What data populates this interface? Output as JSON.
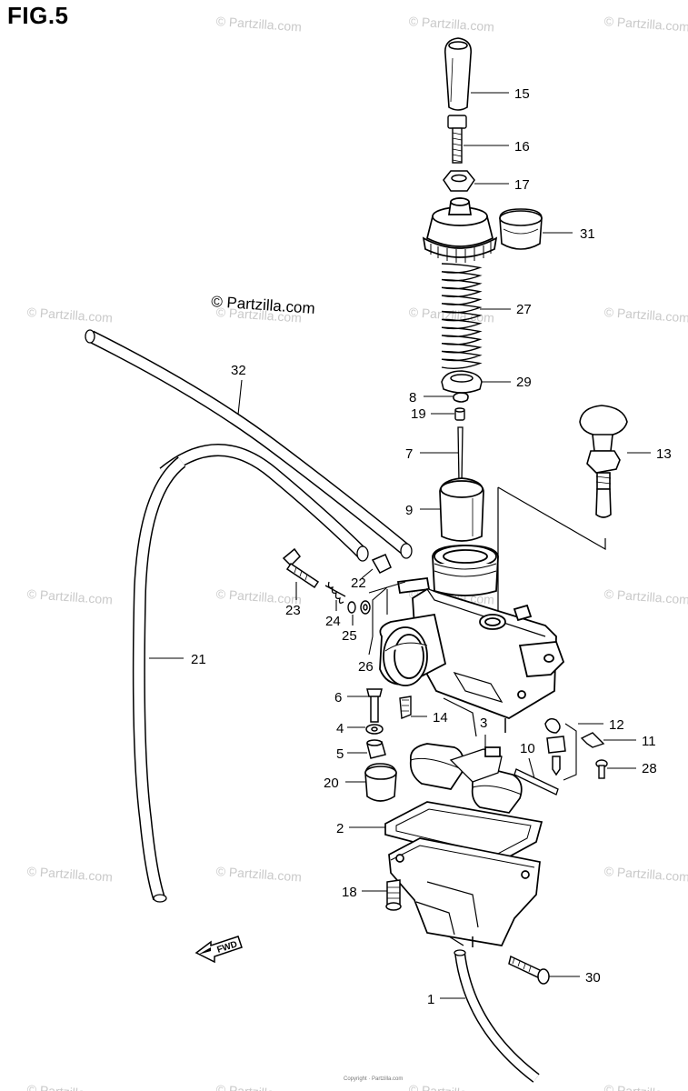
{
  "figure": {
    "title": "FIG.5",
    "copyright": "© Partzilla.com",
    "watermark": "© Partzilla.com",
    "fwd_label": "FWD",
    "footer": "Copyright · Partzilla.com"
  },
  "callouts": [
    {
      "id": "15",
      "label": "15"
    },
    {
      "id": "16",
      "label": "16"
    },
    {
      "id": "17",
      "label": "17"
    },
    {
      "id": "31",
      "label": "31"
    },
    {
      "id": "27",
      "label": "27"
    },
    {
      "id": "32",
      "label": "32"
    },
    {
      "id": "29",
      "label": "29"
    },
    {
      "id": "8",
      "label": "8"
    },
    {
      "id": "19",
      "label": "19"
    },
    {
      "id": "13",
      "label": "13"
    },
    {
      "id": "7",
      "label": "7"
    },
    {
      "id": "9",
      "label": "9"
    },
    {
      "id": "22",
      "label": "22"
    },
    {
      "id": "23",
      "label": "23"
    },
    {
      "id": "24",
      "label": "24"
    },
    {
      "id": "25",
      "label": "25"
    },
    {
      "id": "21",
      "label": "21"
    },
    {
      "id": "26",
      "label": "26"
    },
    {
      "id": "6",
      "label": "6"
    },
    {
      "id": "14",
      "label": "14"
    },
    {
      "id": "3",
      "label": "3"
    },
    {
      "id": "12",
      "label": "12"
    },
    {
      "id": "4",
      "label": "4"
    },
    {
      "id": "11",
      "label": "11"
    },
    {
      "id": "10",
      "label": "10"
    },
    {
      "id": "5",
      "label": "5"
    },
    {
      "id": "28",
      "label": "28"
    },
    {
      "id": "20",
      "label": "20"
    },
    {
      "id": "2",
      "label": "2"
    },
    {
      "id": "18",
      "label": "18"
    },
    {
      "id": "30",
      "label": "30"
    },
    {
      "id": "1",
      "label": "1"
    }
  ]
}
